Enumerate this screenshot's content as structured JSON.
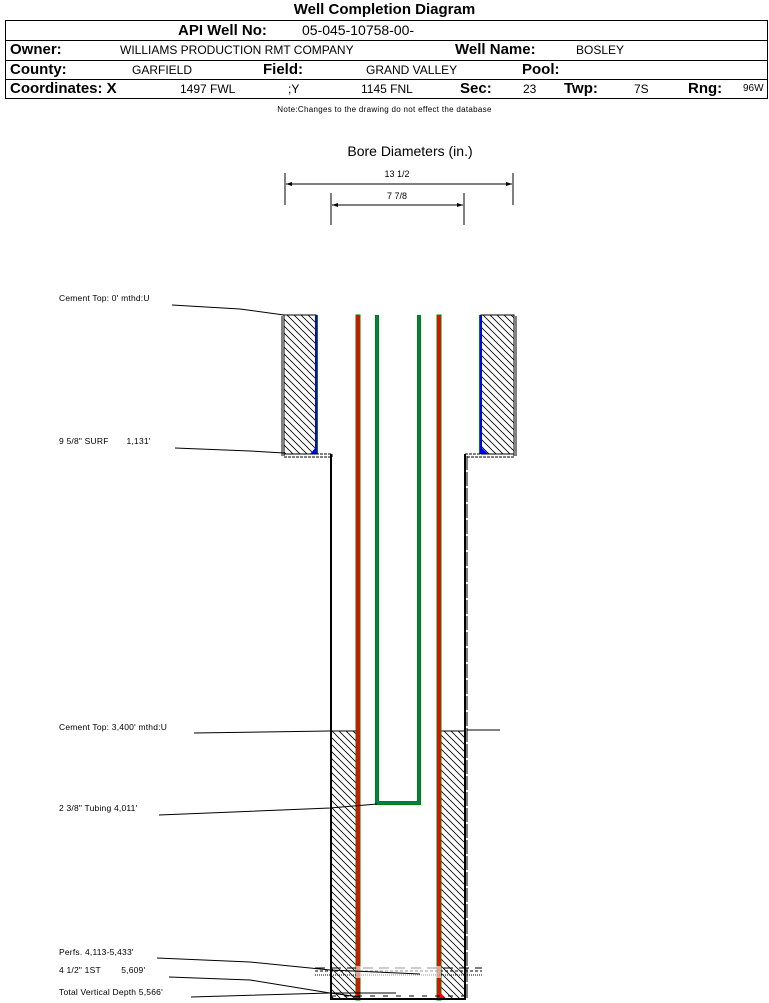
{
  "header": {
    "title": "Well Completion Diagram",
    "api_label": "API Well No:",
    "api_value": "05-045-10758-00-",
    "owner_label": "Owner:",
    "owner_value": "WILLIAMS PRODUCTION RMT COMPANY",
    "well_name_label": "Well Name:",
    "well_name_value": "BOSLEY",
    "county_label": "County:",
    "county_value": "GARFIELD",
    "field_label": "Field:",
    "field_value": "GRAND VALLEY",
    "pool_label": "Pool:",
    "pool_value": "",
    "coords_label": "Coordinates: X",
    "coord_x_value": "1497 FWL",
    "coord_y_label": ";Y",
    "coord_y_value": "1145 FNL",
    "sec_label": "Sec:",
    "sec_value": "23",
    "twp_label": "Twp:",
    "twp_value": "7S",
    "rng_label": "Rng:",
    "rng_value": "96W",
    "note": "Note:Changes to the drawing do not effect the database"
  },
  "diagram": {
    "bore_title": "Bore Diameters (in.)",
    "bore_diameters": [
      "13 1/2",
      "7 7/8"
    ],
    "annotations": {
      "cement_top_surface": "Cement Top: 0' mthd:U",
      "surface_casing": "9 5/8\" SURF       1,131'",
      "cement_top_production": "Cement Top: 3,400' mthd:U",
      "tubing": "2 3/8\" Tubing 4,011'",
      "perfs": "Perfs. 4,113-5,433'",
      "production_casing": "4 1/2\" 1ST        5,609'",
      "total_vertical_depth": "Total Vertical Depth 5,566'"
    },
    "colors": {
      "casing_red": "#ff0000",
      "casing_green": "#008000",
      "tubing_green": "#008040",
      "shoe_blue": "#0000ff",
      "tubing_teal": "#00806f"
    }
  }
}
